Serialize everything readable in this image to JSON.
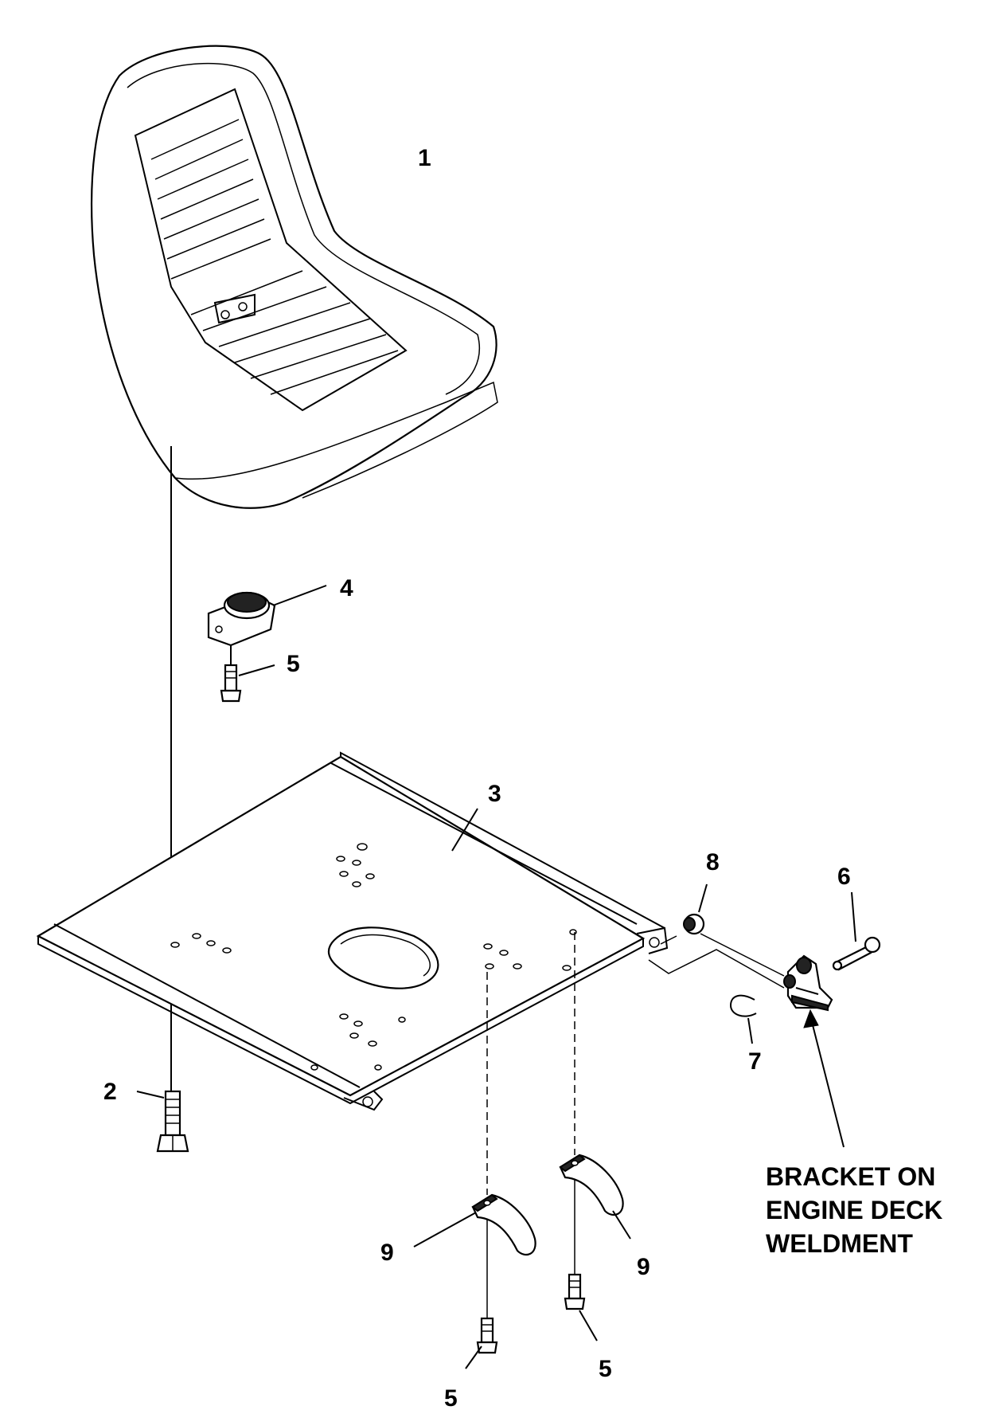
{
  "callouts": {
    "c1": "1",
    "c2": "2",
    "c3": "3",
    "c4": "4",
    "c5a": "5",
    "c5b": "5",
    "c5c": "5",
    "c6": "6",
    "c7": "7",
    "c8": "8",
    "c9a": "9",
    "c9b": "9"
  },
  "note": {
    "line1": "BRACKET ON",
    "line2": "ENGINE DECK",
    "line3": "WELDMENT"
  }
}
